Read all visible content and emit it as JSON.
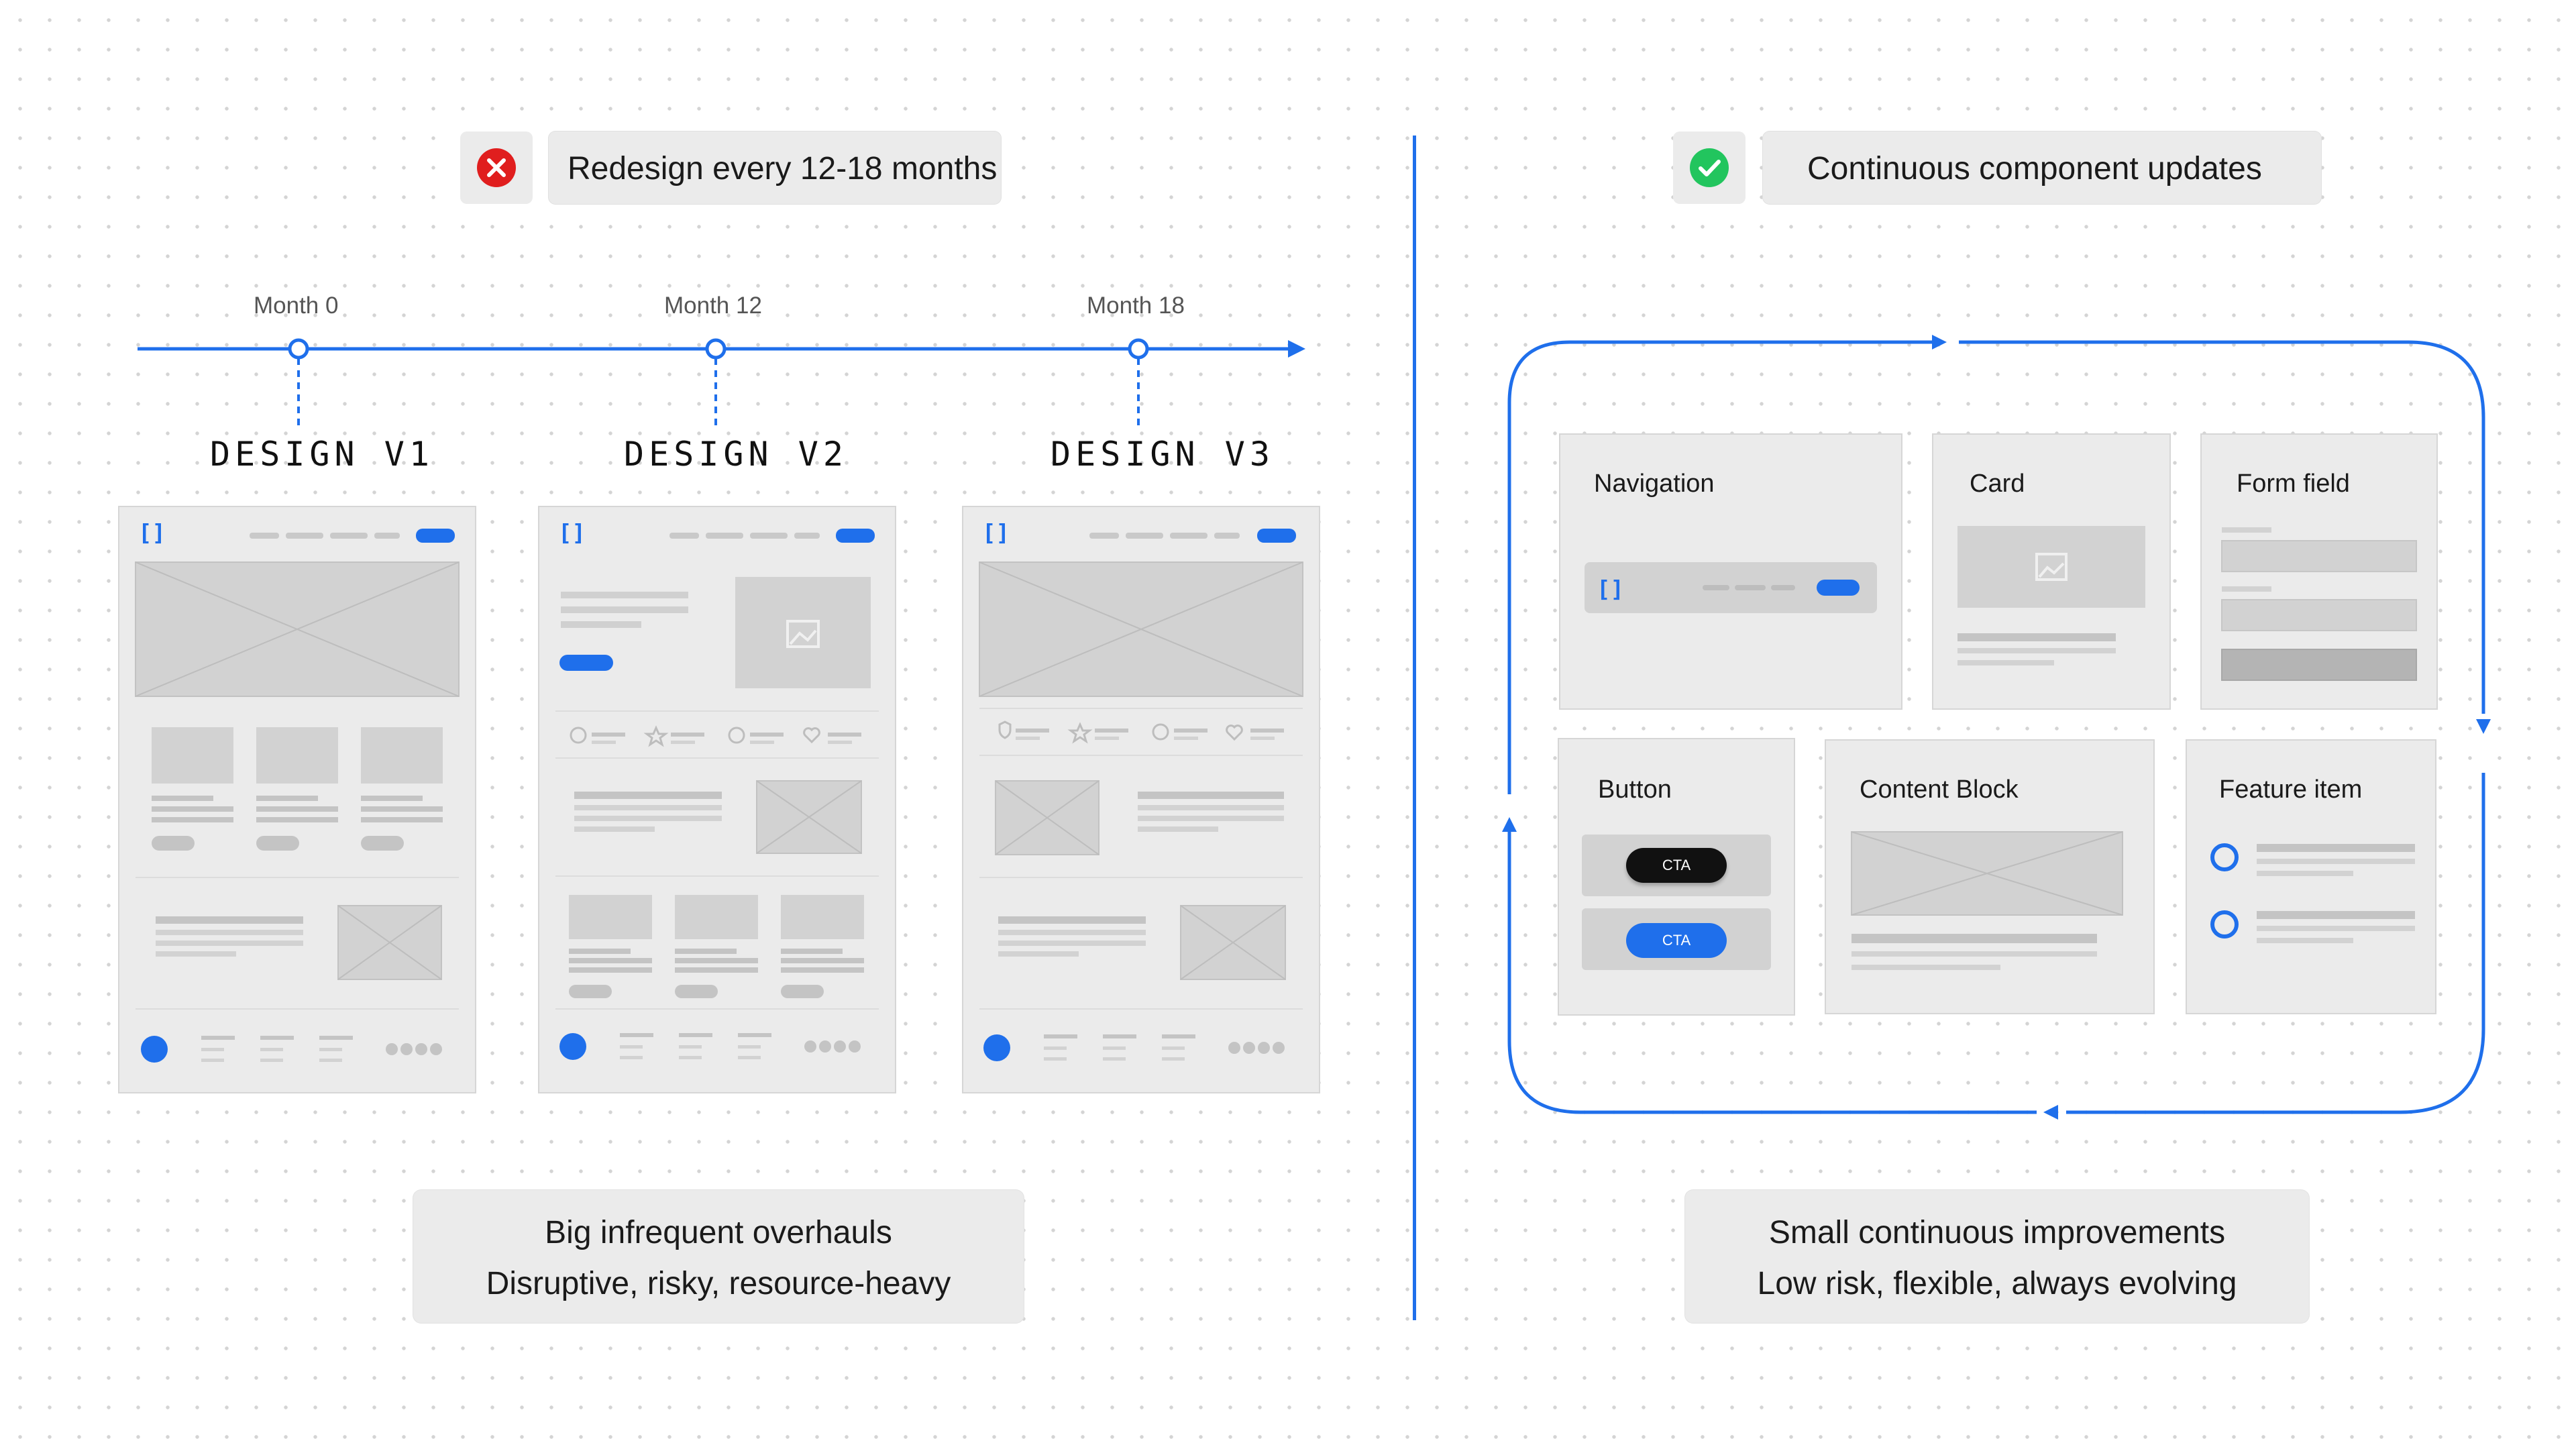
{
  "left": {
    "header": {
      "status_icon": "x-circle-icon",
      "status_color": "#e01e1e",
      "label": "Redesign every 12-18 months"
    },
    "timeline": {
      "markers": [
        {
          "month_label": "Month 0",
          "design_label": "DESIGN V1"
        },
        {
          "month_label": "Month 12",
          "design_label": "DESIGN V2"
        },
        {
          "month_label": "Month 18",
          "design_label": "DESIGN V3"
        }
      ]
    },
    "caption": {
      "line1": "Big infrequent overhauls",
      "line2": "Disruptive, risky, resource-heavy"
    }
  },
  "right": {
    "header": {
      "status_icon": "check-circle-icon",
      "status_color": "#22c55e",
      "label": "Continuous component updates"
    },
    "components": {
      "navigation": {
        "label": "Navigation"
      },
      "card": {
        "label": "Card"
      },
      "form_field": {
        "label": "Form field"
      },
      "button": {
        "label": "Button",
        "cta_dark": "CTA",
        "cta_blue": "CTA"
      },
      "content_block": {
        "label": "Content Block"
      },
      "feature_item": {
        "label": "Feature item"
      }
    },
    "caption": {
      "line1": "Small continuous improvements",
      "line2": "Low risk, flexible, always evolving"
    }
  },
  "colors": {
    "accent": "#1f6feb",
    "panel": "#ebebeb",
    "wire": "#c9c9c9"
  }
}
